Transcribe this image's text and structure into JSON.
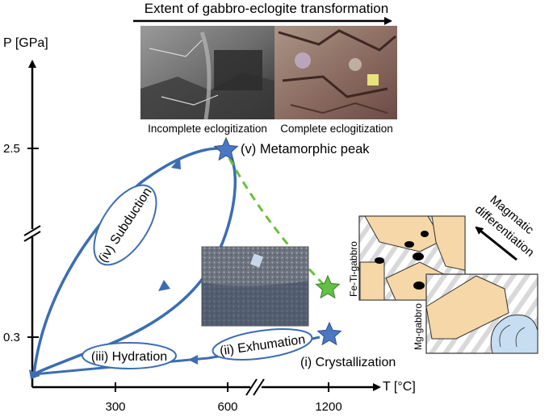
{
  "figure": {
    "top_arrow_label": "Extent of gabbro-eclogite transformation",
    "photo_left_caption": "Incomplete eclogitization",
    "photo_right_caption": "Complete eclogitization",
    "y_axis_label": "P [GPa]",
    "x_axis_label": "T [°C]",
    "y_ticks": [
      "2.5",
      "0.3"
    ],
    "x_ticks": [
      "300",
      "600",
      "1200"
    ],
    "stages": {
      "peak": "(v) Metamorphic peak",
      "subduction": "(iv) Subduction",
      "hydration": "(iii) Hydration",
      "exhumation": "(ii) Exhumation",
      "crystallization": "(i) Crystallization"
    },
    "magmatic_label_line1": "Magmatic",
    "magmatic_label_line2": "differentiation",
    "fe_gabbro_label": "Fe-Ti-gabbro",
    "mg_gabbro_label": "Mg-gabbro",
    "colors": {
      "path_blue": "#3b6db3",
      "star_blue": "#4a78c2",
      "star_green": "#62c044",
      "dashed_green": "#6cbf3e",
      "block_tan": "#f5d7a8"
    }
  }
}
